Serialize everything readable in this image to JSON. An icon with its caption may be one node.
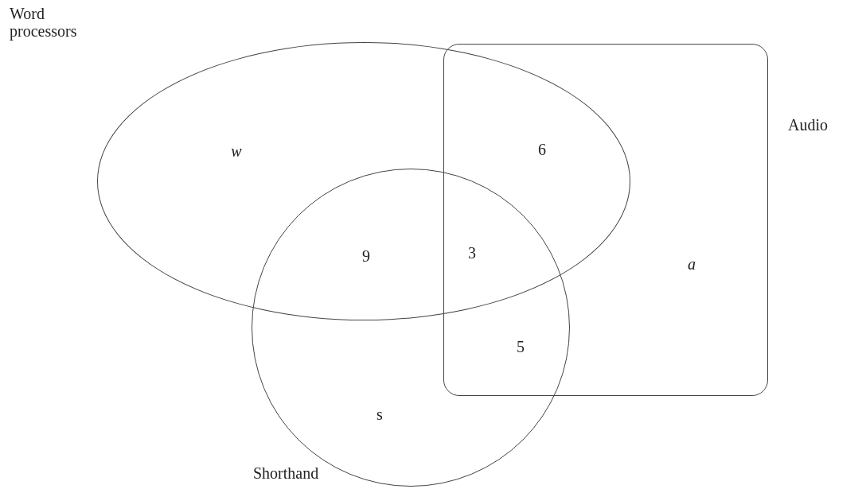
{
  "diagram": {
    "nodes": [
      {
        "text": [
          "Word processors"
        ]
      },
      {
        "text": [
          "Audio"
        ]
      },
      {
        "text": [
          "Shorthand"
        ]
      }
    ],
    "edges": [],
    "labels": [
      "w",
      "6",
      "9",
      "3",
      "a",
      "5",
      "s"
    ]
  }
}
